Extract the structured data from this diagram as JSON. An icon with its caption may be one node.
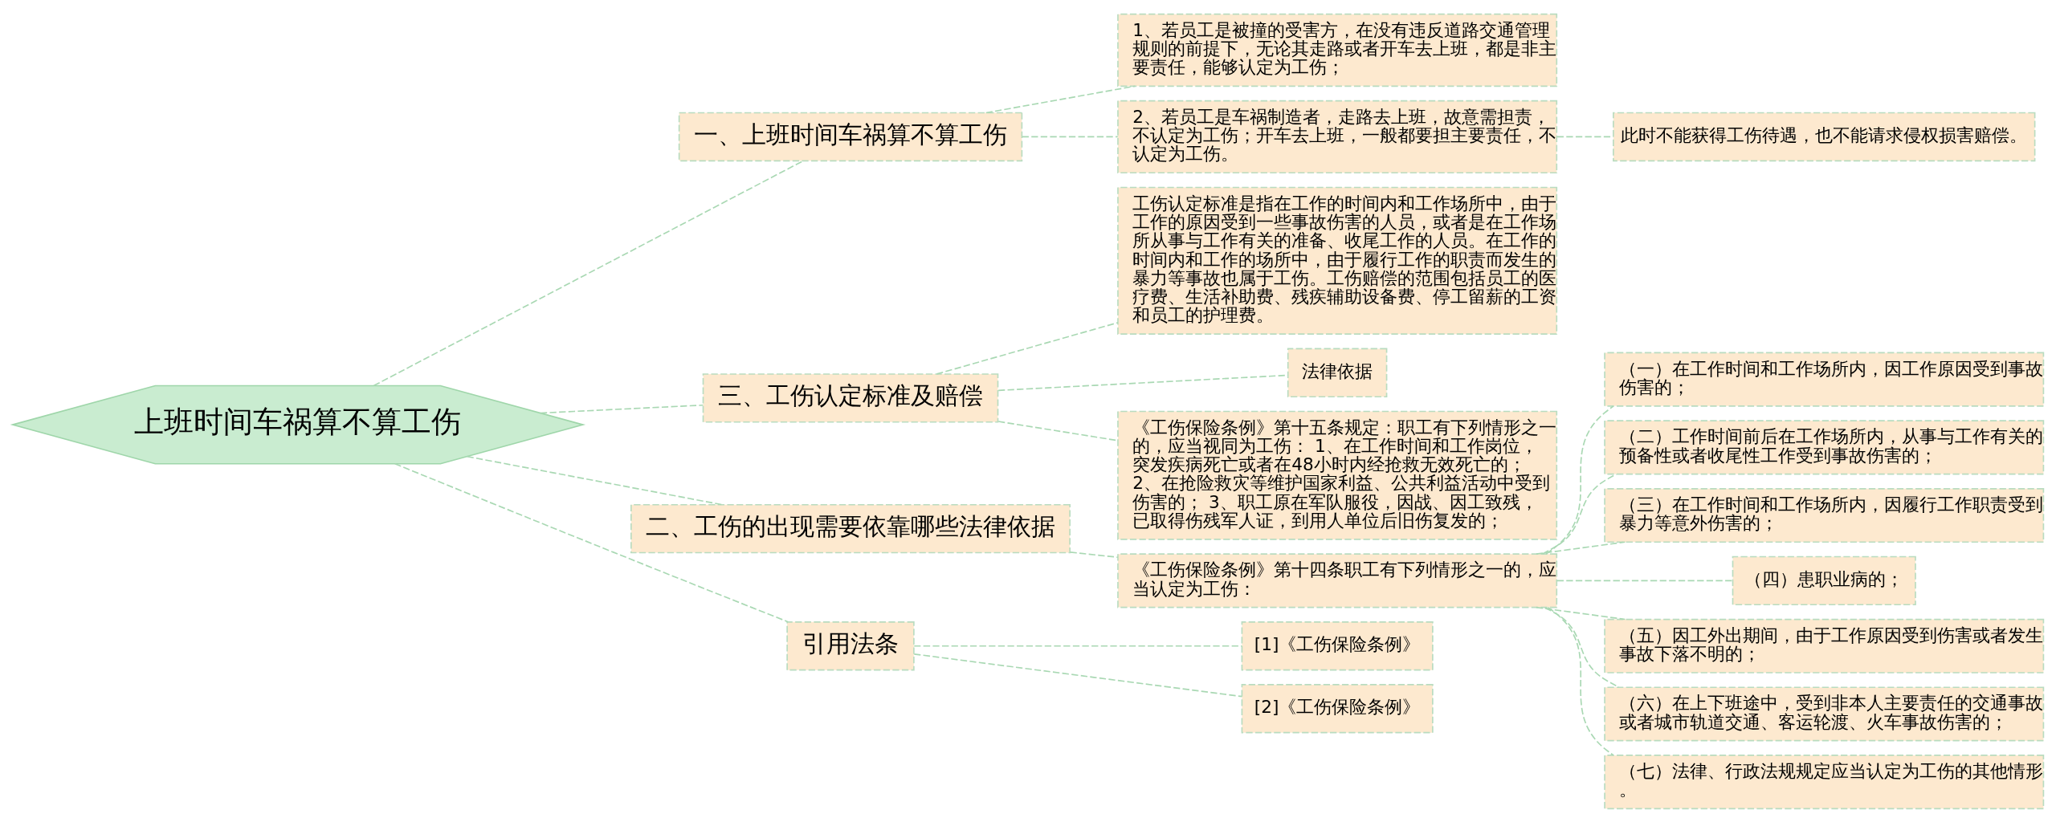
{
  "diagram": {
    "nodes": [
      {
        "text": [
          "上班时间车祸算不算工伤"
        ]
      },
      {
        "text": [
          "一、上班时间车祸算不算工伤"
        ]
      },
      {
        "text": [
          "1、若员工是被撞的受害方，在没有违反道路交通管理规则的前提下，无论其走路或者开车去上班，都是非主要责任，能够认定为工伤；"
        ]
      },
      {
        "text": [
          "2、若员工是车祸制造者，走路去上班，故意需担责，不认定为工伤；开车去上班，一般都要担主要责任，不认定为工伤。"
        ]
      },
      {
        "text": [
          "此时不能获得工伤待遇，也不能请求侵权损害赔偿。"
        ]
      },
      {
        "text": [
          "三、工伤认定标准及赔偿"
        ]
      },
      {
        "text": [
          "工伤认定标准是指在工作的时间内和工作场所中，由于工作的原因受到一些事故伤害的人员，或者是在工作场所从事与工作有关的准备、收尾工作的人员。在工作的时间内和工作的场所中，由于履行工作的职责而发生的暴力等事故也属于工伤。工伤赔偿的范围包括员工的医疗费、生活补助费、残疾辅助设备费、停工留薪的工资和员工的护理费。"
        ]
      },
      {
        "text": [
          "法律依据"
        ]
      },
      {
        "text": [
          "《工伤保险条例》第十五条规定：职工有下列情形之一的，应当视同为工伤： 1、在工作时间和工作岗位，突发疾病死亡或者在48小时内经抢救无效死亡的； 2、在抢险救灾等维护国家利益、公共利益活动中受到伤害的； 3、职工原在军队服役，因战、因工致残，已取得伤残军人证，到用人单位后旧伤复发的；"
        ]
      },
      {
        "text": [
          "二、工伤的出现需要依靠哪些法律依据"
        ]
      },
      {
        "text": [
          "《工伤保险条例》第十四条职工有下列情形之一的，应当认定为工伤："
        ]
      },
      {
        "text": [
          "（一）在工作时间和工作场所内，因工作原因受到事故伤害的；"
        ]
      },
      {
        "text": [
          "（二）工作时间前后在工作场所内，从事与工作有关的预备性或者收尾性工作受到事故伤害的；"
        ]
      },
      {
        "text": [
          "（三）在工作时间和工作场所内，因履行工作职责受到暴力等意外伤害的；"
        ]
      },
      {
        "text": [
          "（四）患职业病的；"
        ]
      },
      {
        "text": [
          "（五）因工外出期间，由于工作原因受到伤害或者发生事故下落不明的；"
        ]
      },
      {
        "text": [
          "（六）在上下班途中，受到非本人主要责任的交通事故或者城市轨道交通、客运轮渡、火车事故伤害的；"
        ]
      },
      {
        "text": [
          "（七）法律、行政法规规定应当认定为工伤的其他情形。"
        ]
      },
      {
        "text": [
          "引用法条"
        ]
      },
      {
        "text": [
          "[1]《工伤保险条例》"
        ]
      },
      {
        "text": [
          "[2]《工伤保险条例》"
        ]
      }
    ],
    "edges": [
      {
        "from": 0,
        "to": 1,
        "arrow": "none",
        "style": "dashed"
      },
      {
        "from": 1,
        "to": 2,
        "arrow": "none",
        "style": "dashed"
      },
      {
        "from": 1,
        "to": 3,
        "arrow": "none",
        "style": "dashed"
      },
      {
        "from": 3,
        "to": 4,
        "arrow": "none",
        "style": "dashed"
      },
      {
        "from": 0,
        "to": 5,
        "arrow": "none",
        "style": "dashed"
      },
      {
        "from": 5,
        "to": 6,
        "arrow": "none",
        "style": "dashed"
      },
      {
        "from": 5,
        "to": 7,
        "arrow": "none",
        "style": "dashed"
      },
      {
        "from": 5,
        "to": 8,
        "arrow": "none",
        "style": "dashed"
      },
      {
        "from": 0,
        "to": 9,
        "arrow": "none",
        "style": "dashed"
      },
      {
        "from": 9,
        "to": 10,
        "arrow": "none",
        "style": "dashed"
      },
      {
        "from": 10,
        "to": 11,
        "arrow": "none",
        "style": "dashed"
      },
      {
        "from": 10,
        "to": 12,
        "arrow": "none",
        "style": "dashed"
      },
      {
        "from": 10,
        "to": 13,
        "arrow": "none",
        "style": "dashed"
      },
      {
        "from": 10,
        "to": 14,
        "arrow": "none",
        "style": "dashed"
      },
      {
        "from": 10,
        "to": 15,
        "arrow": "none",
        "style": "dashed"
      },
      {
        "from": 10,
        "to": 16,
        "arrow": "none",
        "style": "dashed"
      },
      {
        "from": 10,
        "to": 17,
        "arrow": "none",
        "style": "dashed"
      },
      {
        "from": 0,
        "to": 18,
        "arrow": "none",
        "style": "dashed"
      },
      {
        "from": 18,
        "to": 19,
        "arrow": "none",
        "style": "dashed"
      },
      {
        "from": 18,
        "to": 20,
        "arrow": "none",
        "style": "dashed"
      }
    ]
  }
}
